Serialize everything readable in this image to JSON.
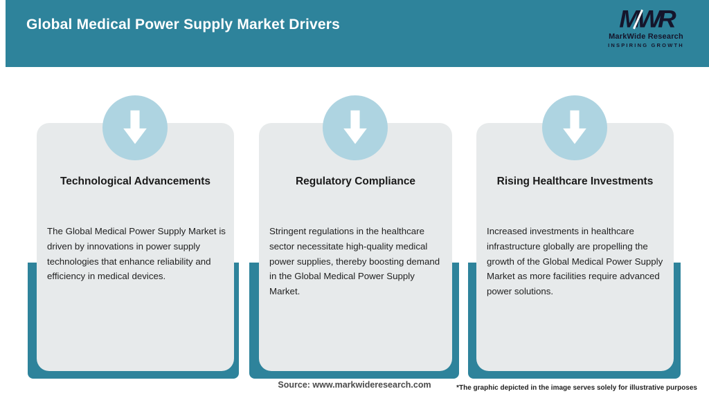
{
  "page": {
    "title": "Global Medical Power Supply Market Drivers",
    "source_label": "Source: www.markwideresearch.com",
    "disclaimer": "*The graphic depicted in the image serves solely for illustrative purposes"
  },
  "logo": {
    "monogram": "MWR",
    "name": "MarkWide Research",
    "tagline": "INSPIRING GROWTH"
  },
  "colors": {
    "header_teal": "#2E839B",
    "card_gray": "#E7EAEB",
    "circle_blue": "#AED4E1",
    "logo_dark": "#15152B",
    "arrow_white": "#FFFFFF"
  },
  "cards": [
    {
      "title": "Technological Advancements",
      "body": "The Global Medical Power Supply Market is driven by innovations in power supply technologies that enhance reliability and efficiency in medical devices."
    },
    {
      "title": "Regulatory Compliance",
      "body": "Stringent regulations in the healthcare sector necessitate high-quality medical power supplies, thereby boosting demand in the Global Medical Power Supply Market."
    },
    {
      "title": "Rising Healthcare Investments",
      "body": "Increased investments in healthcare infrastructure globally are propelling the growth of the Global Medical Power Supply Market as more facilities require advanced power solutions."
    }
  ]
}
